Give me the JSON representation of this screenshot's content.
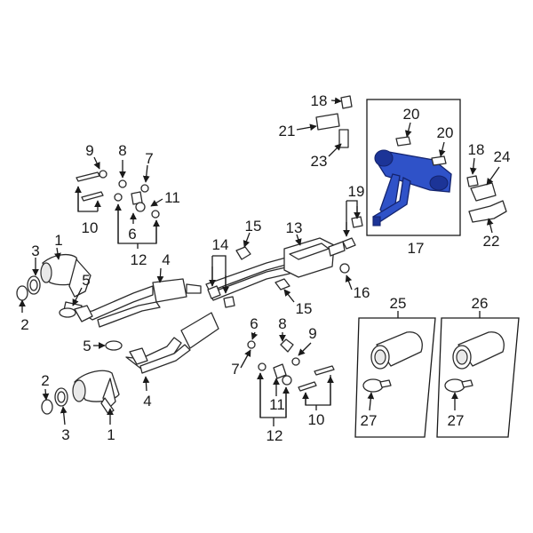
{
  "callouts": {
    "c1a": "1",
    "c1b": "1",
    "c2a": "2",
    "c2b": "2",
    "c3a": "3",
    "c3b": "3",
    "c4a": "4",
    "c4b": "4",
    "c5a": "5",
    "c5b": "5",
    "c6a": "6",
    "c6b": "6",
    "c7a": "7",
    "c7b": "7",
    "c8a": "8",
    "c8b": "8",
    "c9a": "9",
    "c9b": "9",
    "c10a": "10",
    "c10b": "10",
    "c11a": "11",
    "c11b": "11",
    "c12a": "12",
    "c12b": "12",
    "c13": "13",
    "c14": "14",
    "c15a": "15",
    "c15b": "15",
    "c16": "16",
    "c17": "17",
    "c18a": "18",
    "c18b": "18",
    "c19": "19",
    "c20a": "20",
    "c20b": "20",
    "c21": "21",
    "c22": "22",
    "c23": "23",
    "c24": "24",
    "c25": "25",
    "c26": "26",
    "c27a": "27",
    "c27b": "27"
  },
  "colors": {
    "highlight": "#2f52c8",
    "line": "#1a1a1a",
    "background": "#ffffff"
  }
}
